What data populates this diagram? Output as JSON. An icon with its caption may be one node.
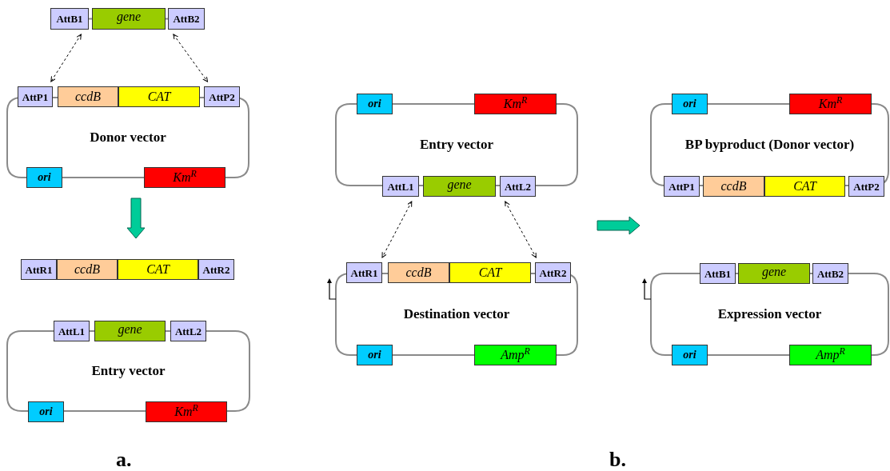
{
  "diagram": {
    "nodes": [
      {
        "text": [
          "AttB1"
        ]
      },
      {
        "text": [
          "gene"
        ]
      },
      {
        "text": [
          "AttB2"
        ]
      },
      {
        "text": [
          "Donor vector"
        ]
      },
      {
        "text": [
          "AttP1"
        ]
      },
      {
        "text": [
          "ccdB"
        ]
      },
      {
        "text": [
          "CAT"
        ]
      },
      {
        "text": [
          "AttP2"
        ]
      },
      {
        "text": [
          "ori"
        ]
      },
      {
        "text": [
          "Km$^{R}$"
        ]
      },
      {
        "text": [
          "AttR1"
        ]
      },
      {
        "text": [
          "ccdB"
        ]
      },
      {
        "text": [
          "CAT"
        ]
      },
      {
        "text": [
          "AttR2"
        ]
      },
      {
        "text": [
          "Entry vector"
        ]
      },
      {
        "text": [
          "AttL1"
        ]
      },
      {
        "text": [
          "gene"
        ]
      },
      {
        "text": [
          "AttL2"
        ]
      },
      {
        "text": [
          "ori"
        ]
      },
      {
        "text": [
          "Km$^{R}$"
        ]
      },
      {
        "text": [
          "Entry vector"
        ]
      },
      {
        "text": [
          "ori"
        ]
      },
      {
        "text": [
          "Km$^{R}$"
        ]
      },
      {
        "text": [
          "AttL1"
        ]
      },
      {
        "text": [
          "gene"
        ]
      },
      {
        "text": [
          "AttL2"
        ]
      },
      {
        "text": [
          "BP byproduct (Donor vector)"
        ]
      },
      {
        "text": [
          "ori"
        ]
      },
      {
        "text": [
          "Km$^{R}$"
        ]
      },
      {
        "text": [
          "AttP1"
        ]
      },
      {
        "text": [
          "ccdB"
        ]
      },
      {
        "text": [
          "CAT"
        ]
      },
      {
        "text": [
          "AttP2"
        ]
      },
      {
        "text": [
          "Destination vector"
        ]
      },
      {
        "text": [
          "AttR1"
        ]
      },
      {
        "text": [
          "ccdB"
        ]
      },
      {
        "text": [
          "CAT"
        ]
      },
      {
        "text": [
          "AttR2"
        ]
      },
      {
        "text": [
          "ori"
        ]
      },
      {
        "text": [
          "Amp$^{R}$"
        ]
      },
      {
        "text": [
          "Expression vector"
        ]
      },
      {
        "text": [
          "AttB1"
        ]
      },
      {
        "text": [
          "gene"
        ]
      },
      {
        "text": [
          "AttB2"
        ]
      },
      {
        "text": [
          "ori"
        ]
      },
      {
        "text": [
          "Amp$^{R}$"
        ]
      }
    ],
    "edges": [
      {
        "from": 0,
        "to": 4,
        "arrow": "both",
        "style": "dashed"
      },
      {
        "from": 2,
        "to": 7,
        "arrow": "both",
        "style": "dashed"
      },
      {
        "from": 23,
        "to": 34,
        "arrow": "both",
        "style": "dashed"
      },
      {
        "from": 25,
        "to": 37,
        "arrow": "both",
        "style": "dashed"
      },
      {
        "from": 9,
        "to": 12,
        "arrow": "to",
        "style": "thick",
        "color": "#00cc99"
      }
    ],
    "labels": [
      "a.",
      "b."
    ]
  }
}
